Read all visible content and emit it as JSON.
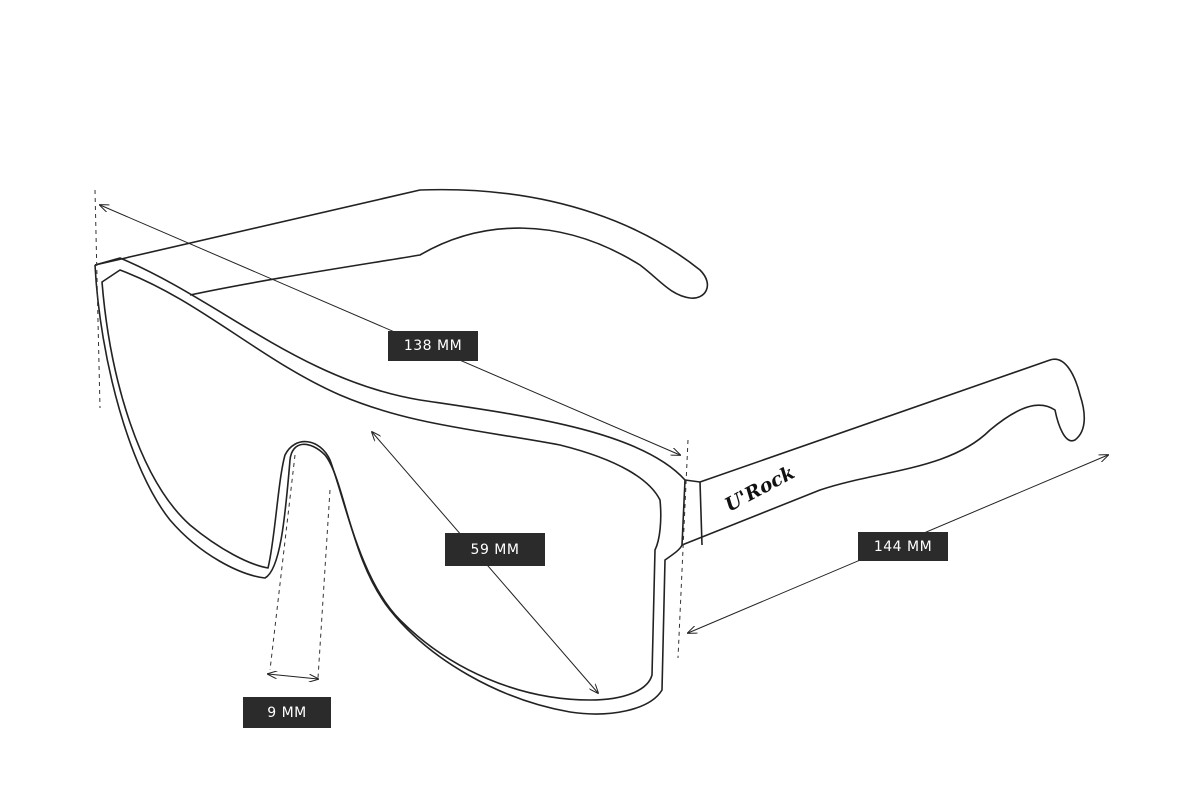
{
  "dimensions": {
    "total_width": "138 MM",
    "lens_diagonal": "59 MM",
    "temple_length": "144 MM",
    "bridge_width": "9 MM"
  },
  "logo": "U'Rock",
  "colors": {
    "line": "#222222",
    "label_bg": "#2b2b2b",
    "label_text": "#ffffff"
  }
}
